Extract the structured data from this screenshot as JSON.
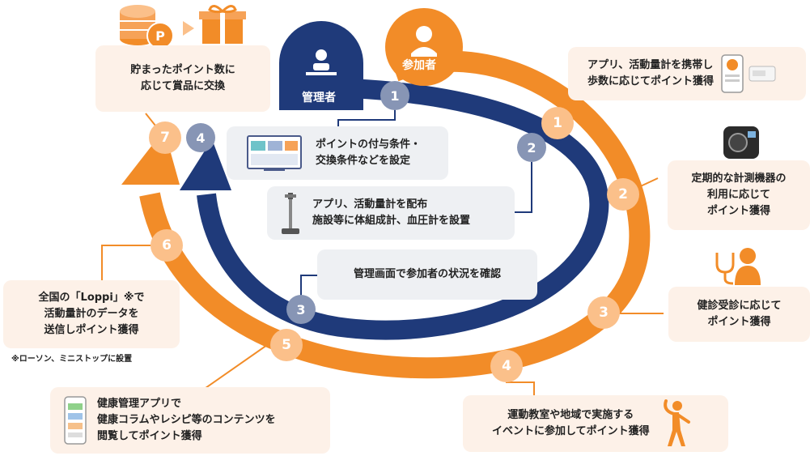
{
  "colors": {
    "orange": "#f28c28",
    "orange_light": "#f6a257",
    "navy": "#1f3a7a",
    "navy_light": "#8795b5",
    "box_orange": "#fdf1e8",
    "box_navy": "#eef0f3"
  },
  "roles": {
    "admin": "管理者",
    "participant": "参加者"
  },
  "admin_steps": [
    {
      "number": "1",
      "lines": [
        "ポイントの付与条件・",
        "交換条件などを設定"
      ],
      "icon": "dashboard-monitor-icon"
    },
    {
      "number": "2",
      "lines": [
        "アプリ、活動量計を配布",
        "施設等に体組成計、血圧計を設置"
      ],
      "icon": "body-scale-icon"
    },
    {
      "number": "3",
      "lines": [
        "管理画面で参加者の状況を確認"
      ]
    },
    {
      "number": "4"
    }
  ],
  "participant_steps": [
    {
      "number": "1",
      "lines": [
        "アプリ、活動量計を携帯し",
        "歩数に応じてポイント獲得"
      ],
      "icon": "smartphone-pedometer-icon"
    },
    {
      "number": "2",
      "lines": [
        "定期的な計測機器の",
        "利用に応じて",
        "ポイント獲得"
      ],
      "icon": "blood-pressure-monitor-icon"
    },
    {
      "number": "3",
      "lines": [
        "健診受診に応じて",
        "ポイント獲得"
      ],
      "icon": "doctor-stethoscope-icon"
    },
    {
      "number": "4",
      "lines": [
        "運動教室や地域で実施する",
        "イベントに参加してポイント獲得"
      ],
      "icon": "exercise-person-icon"
    },
    {
      "number": "5",
      "lines": [
        "健康管理アプリで",
        "健康コラムやレシピ等のコンテンツを",
        "閲覧してポイント獲得"
      ],
      "icon": "health-app-phone-icon"
    },
    {
      "number": "6",
      "lines": [
        "全国の「Loppi」※で",
        "活動量計のデータを",
        "送信しポイント獲得"
      ]
    },
    {
      "number": "7",
      "lines": [
        "貯まったポイント数に",
        "応じて賞品に交換"
      ],
      "icon": "coins-gift-icon"
    }
  ],
  "footnote": "※ローソン、ミニストップに設置",
  "icons": [
    "admin-desk-person-icon",
    "participant-person-icon",
    "arrow-right-icon"
  ]
}
